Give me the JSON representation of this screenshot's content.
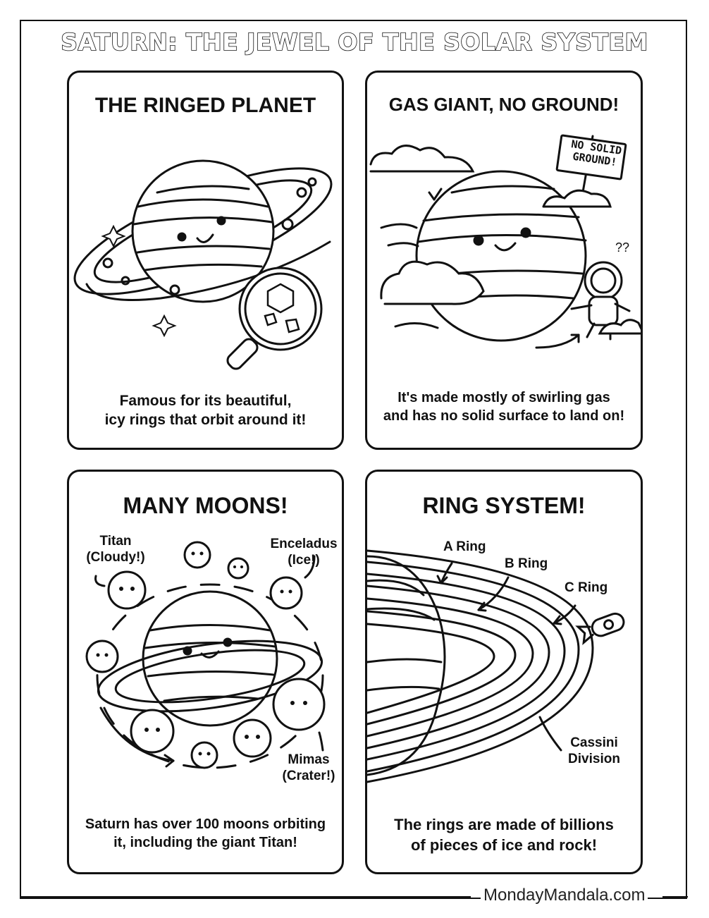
{
  "page": {
    "title": "SATURN: THE JEWEL OF THE SOLAR SYSTEM",
    "footer_brand": "MondayMandala.com"
  },
  "panels": [
    {
      "title": "THE RINGED PLANET",
      "caption_lines": [
        "Famous for its beautiful,",
        "icy rings that orbit around it!"
      ]
    },
    {
      "title": "GAS GIANT, NO GROUND!",
      "caption_lines": [
        "It's made mostly of swirling gas",
        "and has no solid surface to land on!"
      ],
      "sign_lines": [
        "NO SOLID",
        "GROUND!"
      ],
      "question_marks": "??"
    },
    {
      "title": "MANY MOONS!",
      "caption_lines": [
        "Saturn has over 100 moons orbiting",
        "it, including the giant Titan!"
      ],
      "moon_labels": {
        "titan": [
          "Titan",
          "(Cloudy!)"
        ],
        "enceladus": [
          "Enceladus",
          "(Ice!)"
        ],
        "mimas": [
          "Mimas",
          "(Crater!)"
        ]
      }
    },
    {
      "title": "RING SYSTEM!",
      "caption_lines": [
        "The rings are made of billions",
        "of pieces of ice and rock!"
      ],
      "ring_labels": {
        "a": "A Ring",
        "b": "B Ring",
        "c": "C Ring",
        "cassini": [
          "Cassini",
          "Division"
        ]
      }
    }
  ],
  "colors": {
    "ink": "#111111",
    "paper": "#ffffff"
  }
}
